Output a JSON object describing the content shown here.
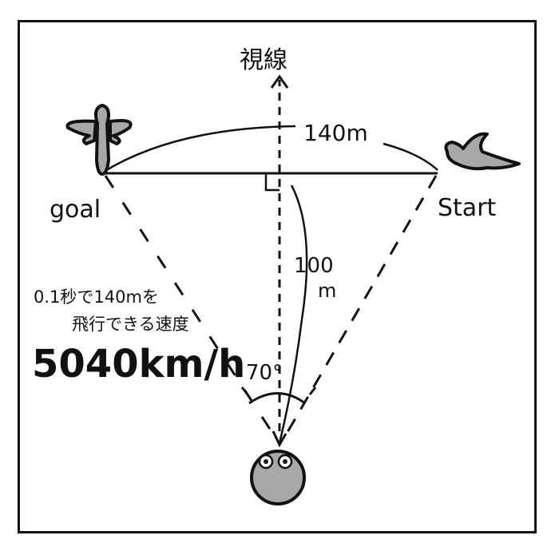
{
  "labels": {
    "line_of_sight": "視線",
    "distance": "140m",
    "goal": "goal",
    "start": "Start",
    "perp_distance_value": "100",
    "perp_distance_unit": "m",
    "angle": "70°",
    "note_line1": "0.1秒で140mを",
    "note_line2": "飛行できる速度",
    "speed": "5040km/h"
  },
  "colors": {
    "ink": "#111111",
    "fill_gray": "#a8a8a8"
  }
}
